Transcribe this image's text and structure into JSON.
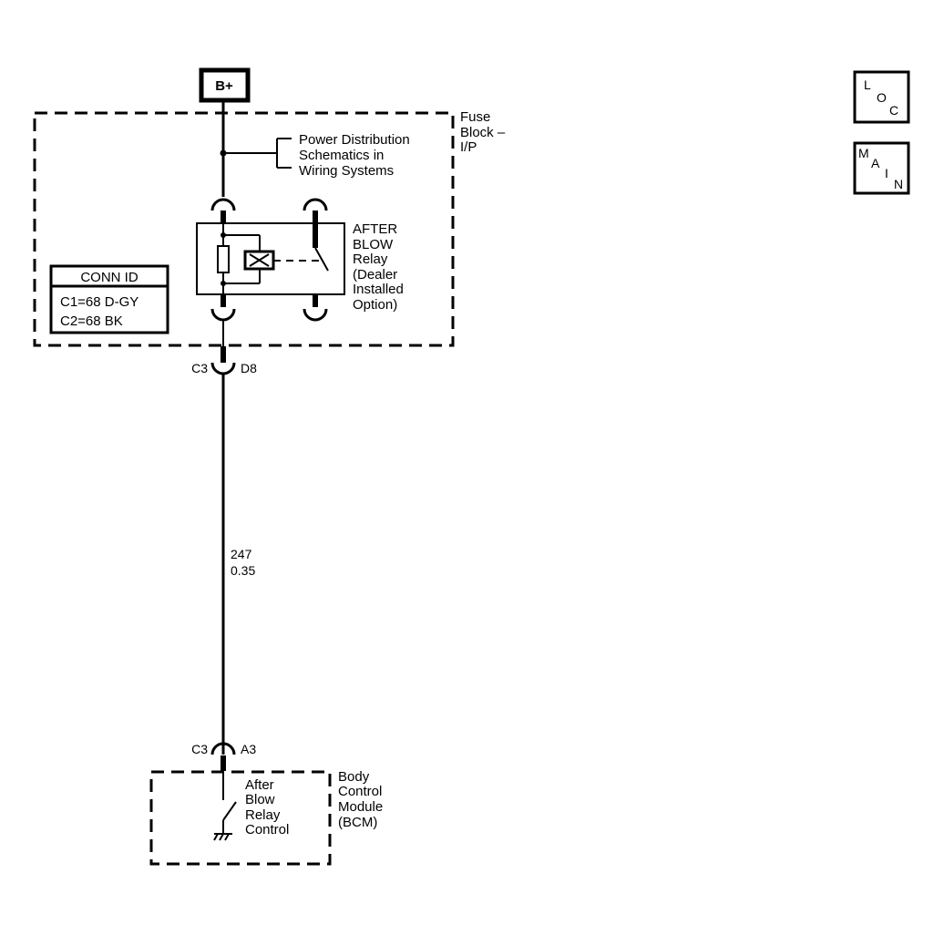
{
  "power_source": {
    "label": "B+"
  },
  "fuse_block": {
    "label_lines": [
      "Fuse",
      "Block –",
      "I/P"
    ]
  },
  "power_distribution_ref": {
    "lines": [
      "Power Distribution",
      "Schematics in",
      "Wiring Systems"
    ]
  },
  "relay": {
    "lines": [
      "AFTER",
      "BLOW",
      "Relay",
      "(Dealer",
      "Installed",
      "Option)"
    ]
  },
  "conn_id": {
    "title": "CONN ID",
    "rows": [
      "C1=68 D-GY",
      "C2=68 BK"
    ]
  },
  "connector_top": {
    "connector": "C3",
    "pin": "D8"
  },
  "wire": {
    "circuit": "247",
    "gauge": "0.35"
  },
  "connector_bottom": {
    "connector": "C3",
    "pin": "A3"
  },
  "bcm": {
    "label_lines": [
      "Body",
      "Control",
      "Module",
      "(BCM)"
    ],
    "switch_lines": [
      "After",
      "Blow",
      "Relay",
      "Control"
    ]
  },
  "nav": {
    "loc": [
      "L",
      "O",
      "C"
    ],
    "main": [
      "M",
      "A",
      "I",
      "N"
    ]
  }
}
